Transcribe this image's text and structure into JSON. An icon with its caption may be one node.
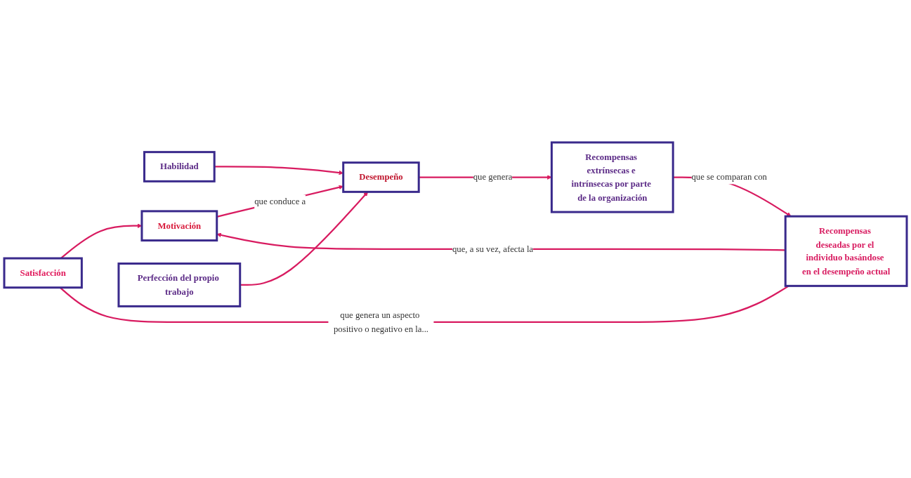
{
  "diagram": {
    "nodes": [
      {
        "text": [
          "Satisfacción"
        ]
      },
      {
        "text": [
          "Habilidad"
        ]
      },
      {
        "text": [
          "Motivación"
        ]
      },
      {
        "text": [
          "Perfección del propio trabajo"
        ]
      },
      {
        "text": [
          "Desempeño"
        ]
      },
      {
        "text": [
          "Recompensas extrínsecas e intrínsecas por parte de la organización"
        ]
      },
      {
        "text": [
          "Recompensas deseadas por el individuo basándose en el desempeño actual"
        ]
      }
    ],
    "edges": [
      {
        "from": 1,
        "to": 4,
        "arrow": "to"
      },
      {
        "from": 2,
        "to": 4,
        "arrow": "to",
        "label": "que conduce a"
      },
      {
        "from": 3,
        "to": 4,
        "arrow": "to"
      },
      {
        "from": 4,
        "to": 5,
        "arrow": "to",
        "label": "que genera"
      },
      {
        "from": 5,
        "to": 6,
        "arrow": "to",
        "label": "que se comparan con"
      },
      {
        "from": 6,
        "to": 0,
        "arrow": "none",
        "label": "que genera un aspecto positivo o negativo en la..."
      },
      {
        "from": 0,
        "to": 2,
        "arrow": "to"
      },
      {
        "from": 6,
        "to": 2,
        "arrow": "to",
        "label": "que, a su vez, afecta la"
      }
    ]
  }
}
